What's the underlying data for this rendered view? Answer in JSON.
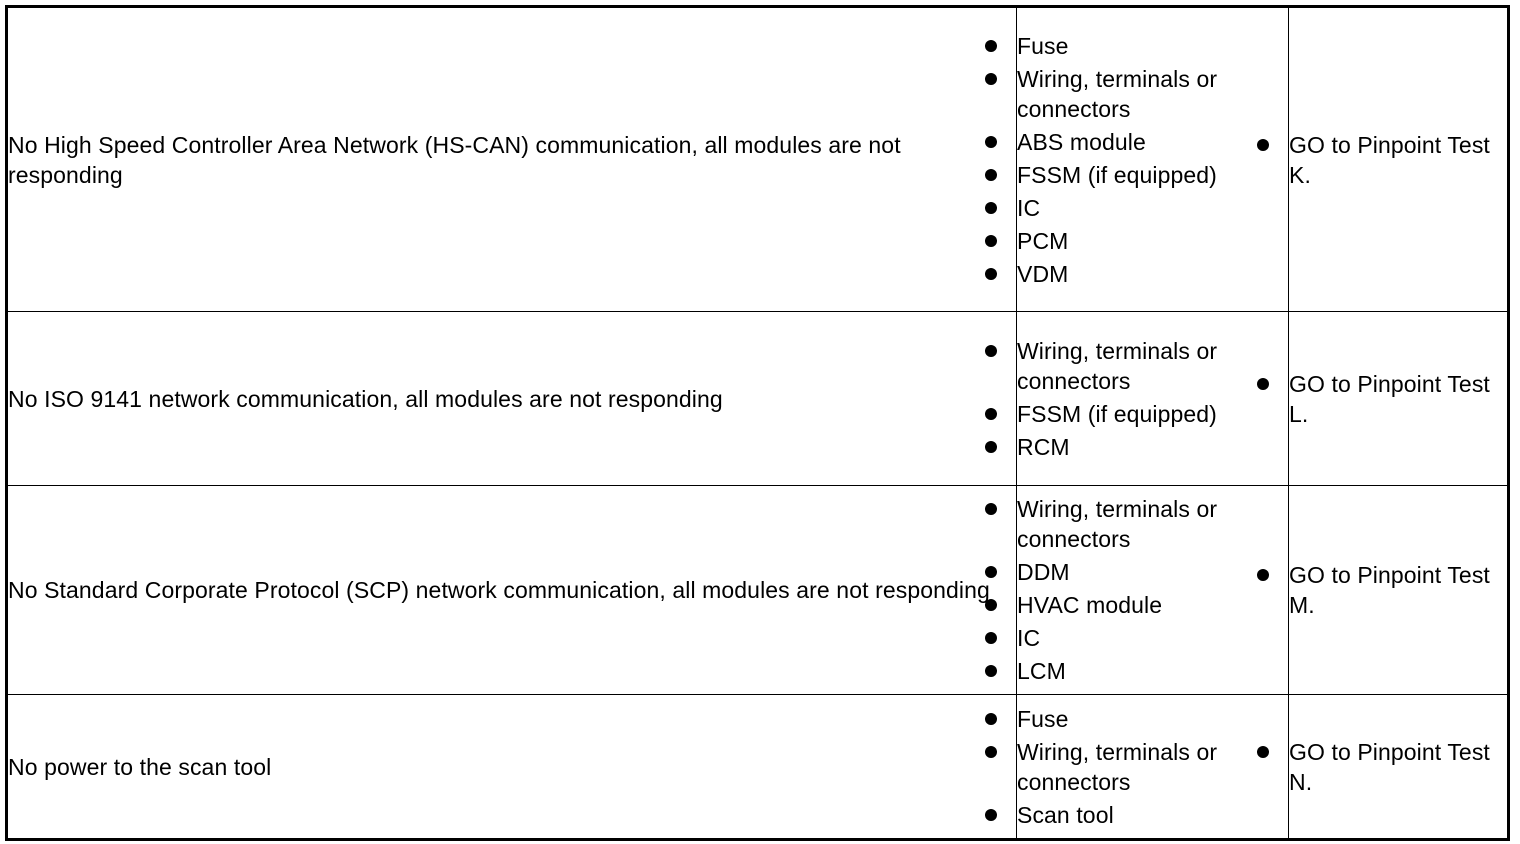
{
  "rows": [
    {
      "symptom": "No High Speed Controller Area Network (HS-CAN) communication, all modules are not responding",
      "causes": [
        "Fuse",
        "Wiring, terminals or connectors",
        "ABS module",
        "FSSM (if equipped)",
        "IC",
        "PCM",
        "VDM"
      ],
      "action": "GO to Pinpoint Test K."
    },
    {
      "symptom": "No ISO 9141 network communication, all modules are not responding",
      "causes": [
        "Wiring, terminals or connectors",
        "FSSM (if equipped)",
        "RCM"
      ],
      "action": "GO to Pinpoint Test L."
    },
    {
      "symptom": "No Standard Corporate Protocol (SCP) network communication, all modules are not responding",
      "causes": [
        "Wiring, terminals or connectors",
        "DDM",
        "HVAC module",
        "IC",
        "LCM"
      ],
      "action": "GO to Pinpoint Test M."
    },
    {
      "symptom": "No power to the scan tool",
      "causes": [
        "Fuse",
        "Wiring, terminals or connectors",
        "Scan tool"
      ],
      "action": "GO to Pinpoint Test N."
    }
  ]
}
